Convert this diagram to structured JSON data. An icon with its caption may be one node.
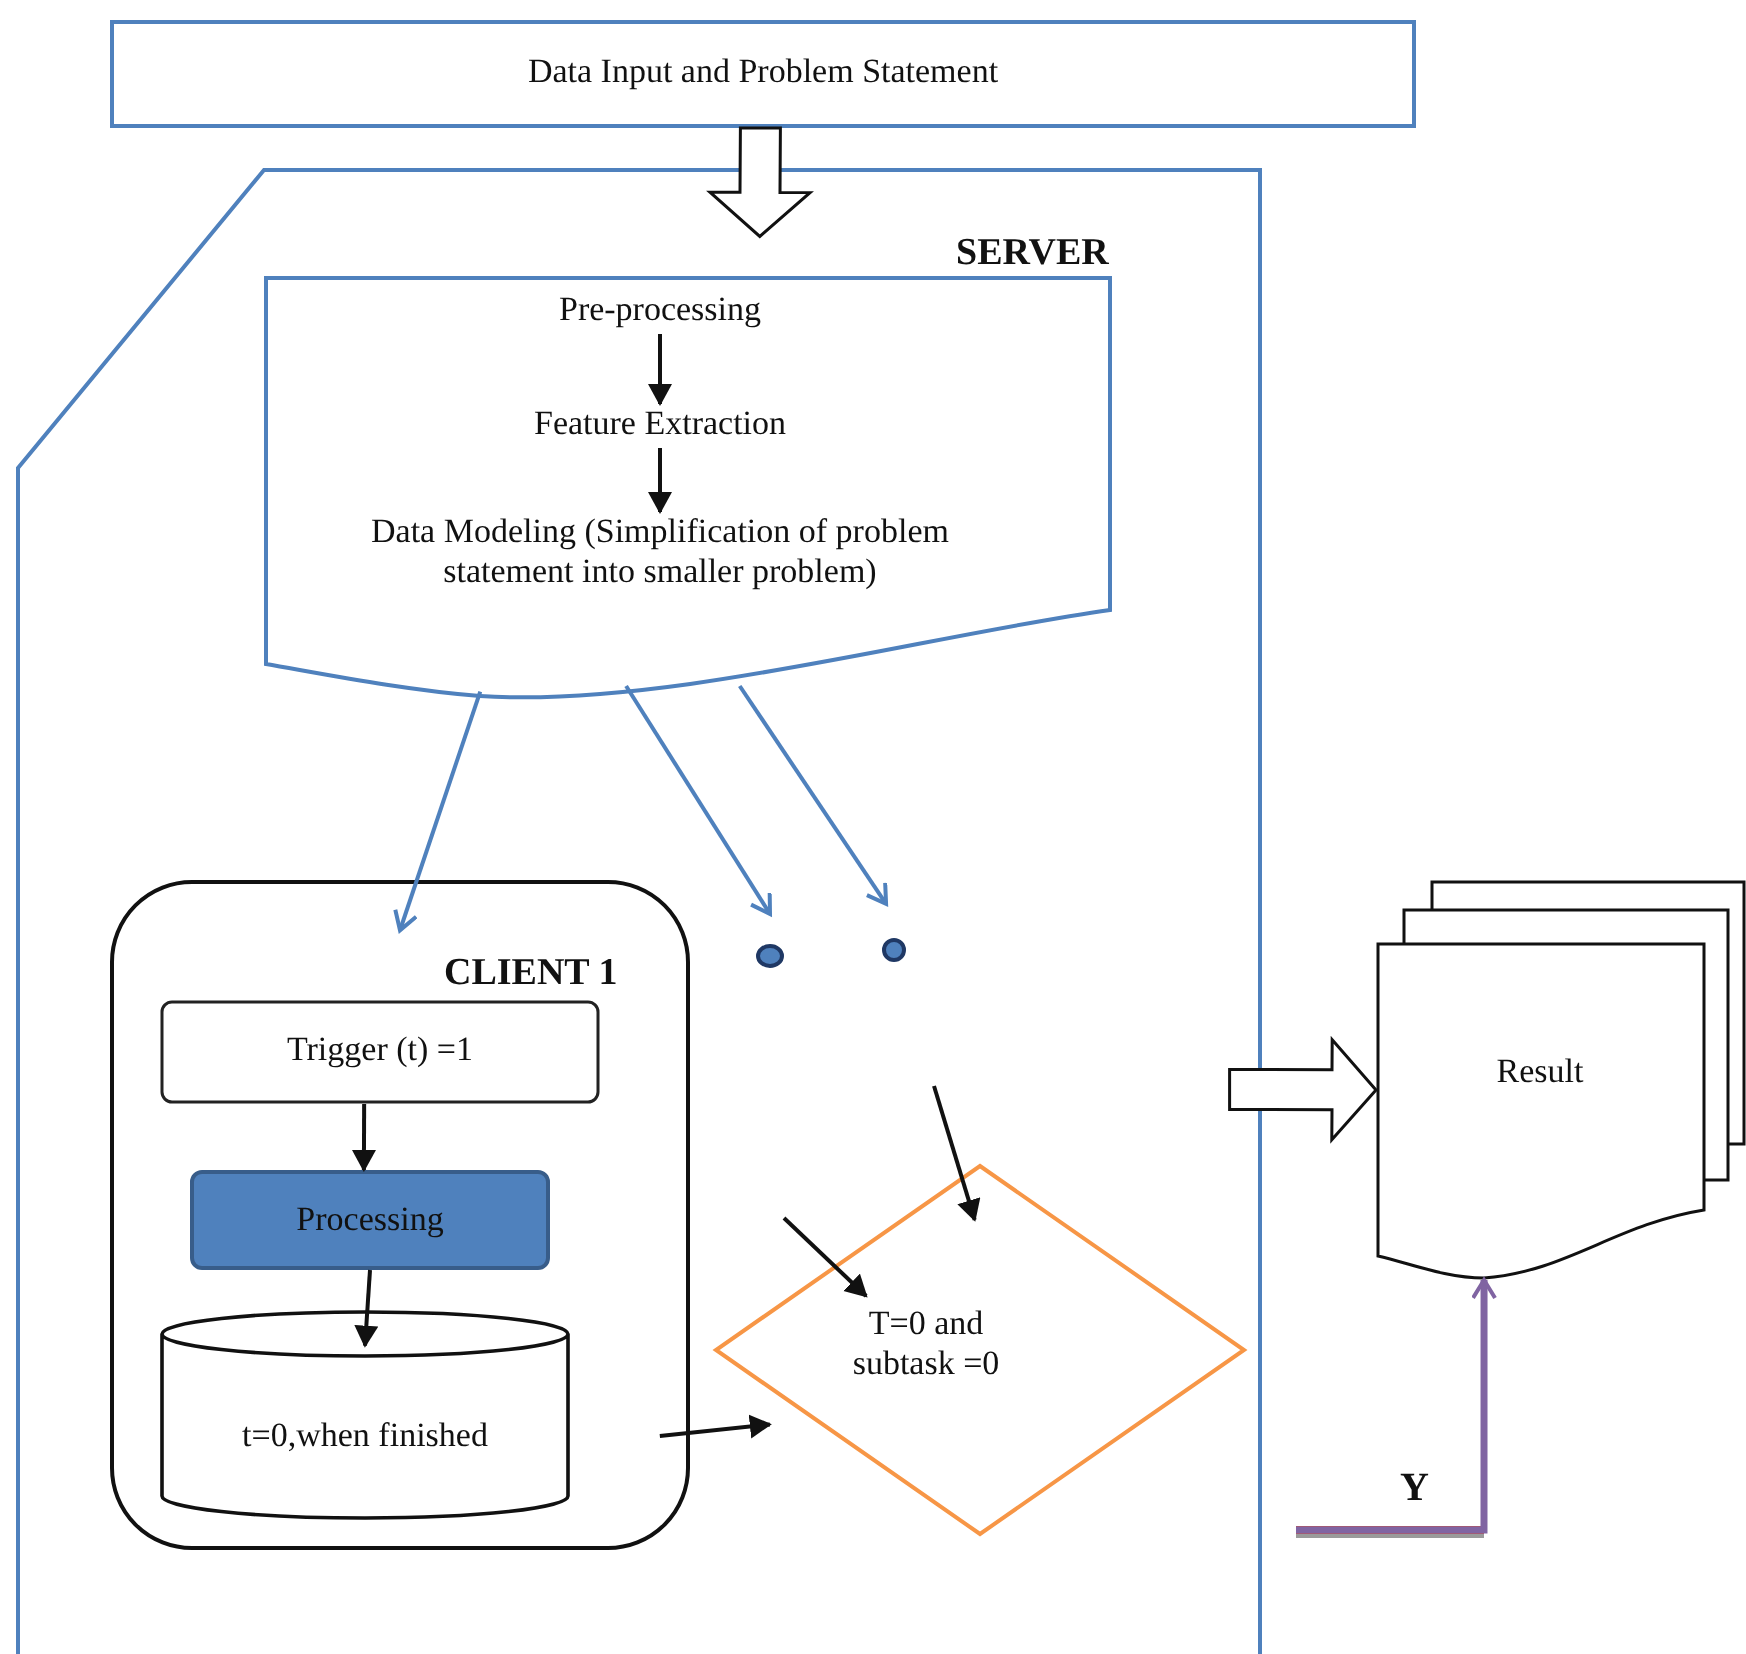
{
  "diagram": {
    "nodes": [
      {
        "text": [
          "Data Input and Problem Statement"
        ]
      },
      {
        "text": [
          "SERVER"
        ]
      },
      {
        "text": [],
        "shape": "document",
        "in": 1
      },
      {
        "text": [
          "Pre-processing"
        ],
        "in": 2
      },
      {
        "text": [
          "Feature Extraction"
        ],
        "in": 2
      },
      {
        "text": [
          "Data Modeling (Simplification of problem statement into smaller problem)"
        ],
        "in": 2
      },
      {
        "text": [
          "CLIENT 1"
        ],
        "in": 1
      },
      {
        "text": [
          "Trigger (t) =1"
        ],
        "in": 6
      },
      {
        "text": [
          "Processing"
        ],
        "in": 6
      },
      {
        "text": [
          "t=0,when finished"
        ],
        "in": 6
      },
      {
        "text": [],
        "shape": "circle",
        "in": 1
      },
      {
        "text": [],
        "shape": "circle",
        "in": 1
      },
      {
        "text": [
          "T=0 and subtask =0"
        ],
        "in": 1
      },
      {
        "text": [
          "Result"
        ]
      }
    ],
    "edges": [
      {
        "from": 0,
        "to": 1,
        "arrow": "to",
        "style": "thick"
      },
      {
        "from": 3,
        "to": 4,
        "arrow": "to"
      },
      {
        "from": 4,
        "to": 5,
        "arrow": "to"
      },
      {
        "from": 2,
        "to": 6,
        "arrow": "to",
        "color": "#4f81bd"
      },
      {
        "from": 2,
        "to": 10,
        "arrow": "to",
        "color": "#4f81bd"
      },
      {
        "from": 2,
        "to": 11,
        "arrow": "to",
        "color": "#4f81bd"
      },
      {
        "from": 7,
        "to": 8,
        "arrow": "to"
      },
      {
        "from": 8,
        "to": 9,
        "arrow": "to"
      },
      {
        "from": null,
        "to": 12,
        "arrow": "to"
      },
      {
        "from": null,
        "to": 12,
        "arrow": "to"
      },
      {
        "from": 6,
        "to": 12,
        "arrow": "to"
      },
      {
        "from": 1,
        "to": 13,
        "arrow": "to",
        "style": "thick"
      },
      {
        "from": null,
        "to": 13,
        "arrow": "to",
        "label": "Y",
        "color": "#8064a2"
      }
    ]
  }
}
